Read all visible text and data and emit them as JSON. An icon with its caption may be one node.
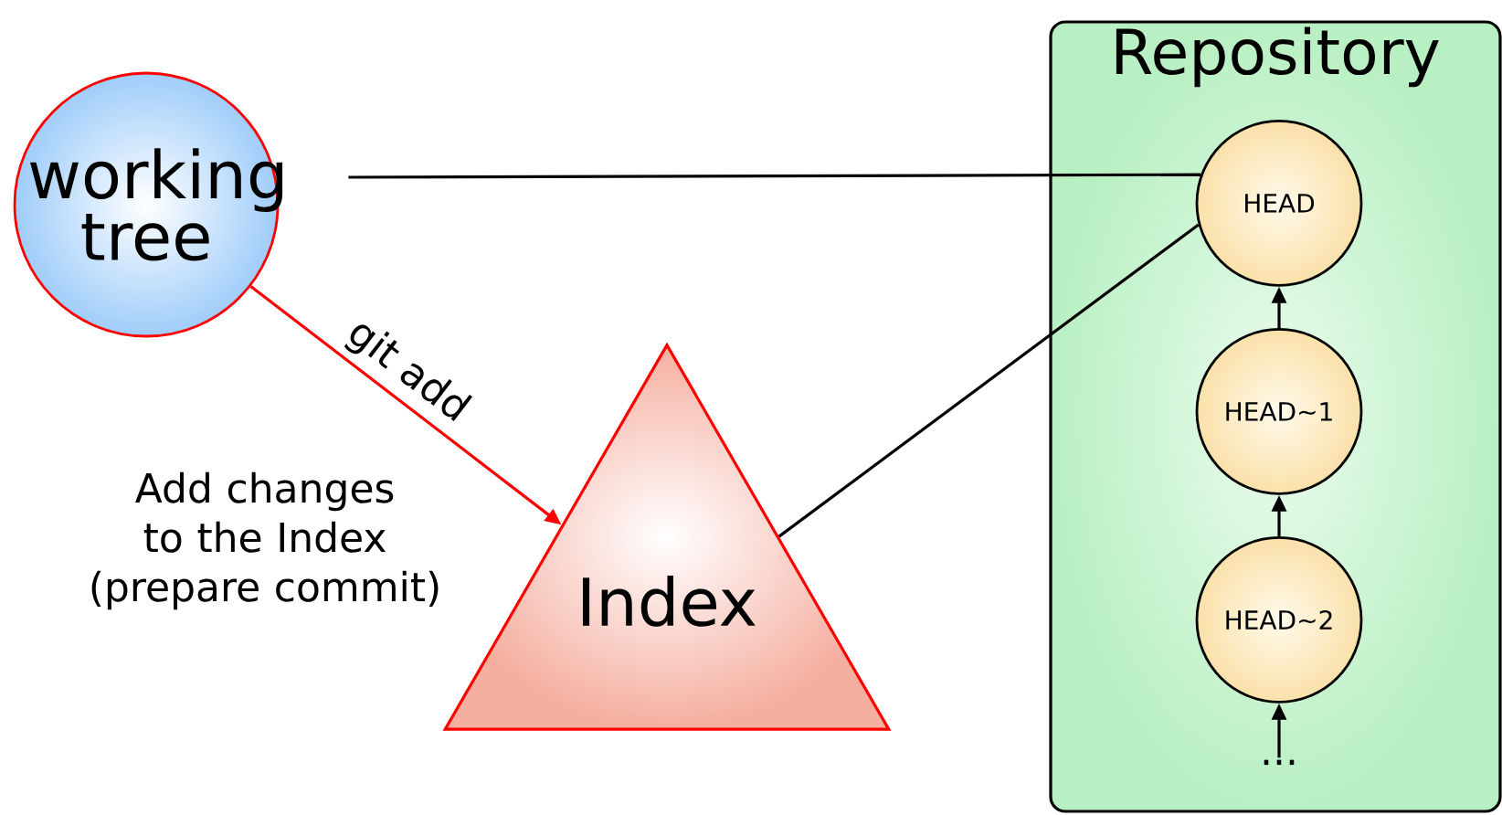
{
  "diagram": {
    "nodes": [
      {
        "text": [
          "working tree"
        ]
      },
      {
        "text": [
          "Index"
        ]
      },
      {
        "text": [
          "Repository"
        ]
      },
      {
        "text": [
          "HEAD"
        ],
        "in": 2
      },
      {
        "text": [
          "HEAD~1"
        ],
        "in": 2
      },
      {
        "text": [
          "HEAD~2"
        ],
        "in": 2
      },
      {
        "text": [
          "..."
        ],
        "in": 2
      }
    ],
    "edges": [
      {
        "from": 0,
        "to": 1,
        "arrow": "to",
        "label": "git add",
        "color": "#ff0000"
      },
      {
        "from": 0,
        "to": 3,
        "arrow": "none"
      },
      {
        "from": 1,
        "to": 3,
        "arrow": "none"
      },
      {
        "from": 4,
        "to": 3,
        "arrow": "to"
      },
      {
        "from": 5,
        "to": 4,
        "arrow": "to"
      },
      {
        "from": 6,
        "to": 5,
        "arrow": "to"
      }
    ],
    "labels": [
      "Add changes to the Index (prepare commit)"
    ]
  }
}
